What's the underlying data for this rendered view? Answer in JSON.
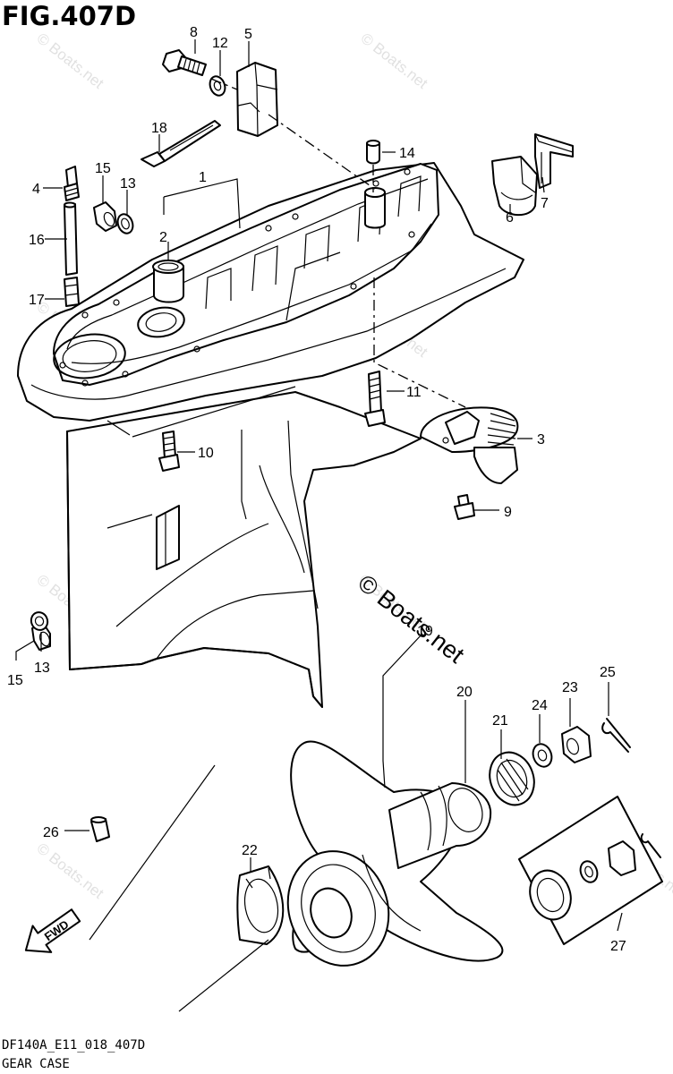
{
  "figure": {
    "title": "FIG.407D",
    "code": "DF140A_E11_018_407D",
    "caption": "GEAR CASE",
    "watermark_center": "© Boats.net",
    "watermark_tile": "© Boats.net"
  },
  "callouts": [
    {
      "id": "c8",
      "label": "8"
    },
    {
      "id": "c12",
      "label": "12"
    },
    {
      "id": "c5",
      "label": "5"
    },
    {
      "id": "c18",
      "label": "18"
    },
    {
      "id": "c14",
      "label": "14"
    },
    {
      "id": "c6",
      "label": "6"
    },
    {
      "id": "c7",
      "label": "7"
    },
    {
      "id": "c4",
      "label": "4"
    },
    {
      "id": "c15a",
      "label": "15"
    },
    {
      "id": "c13a",
      "label": "13"
    },
    {
      "id": "c1",
      "label": "1"
    },
    {
      "id": "c16",
      "label": "16"
    },
    {
      "id": "c2",
      "label": "2"
    },
    {
      "id": "c17",
      "label": "17"
    },
    {
      "id": "c11",
      "label": "11"
    },
    {
      "id": "c3",
      "label": "3"
    },
    {
      "id": "c10",
      "label": "10"
    },
    {
      "id": "c9",
      "label": "9"
    },
    {
      "id": "c15b",
      "label": "15"
    },
    {
      "id": "c13b",
      "label": "13"
    },
    {
      "id": "c19",
      "label": "19"
    },
    {
      "id": "c25",
      "label": "25"
    },
    {
      "id": "c20",
      "label": "20"
    },
    {
      "id": "c23",
      "label": "23"
    },
    {
      "id": "c24",
      "label": "24"
    },
    {
      "id": "c21",
      "label": "21"
    },
    {
      "id": "c26",
      "label": "26"
    },
    {
      "id": "c22",
      "label": "22"
    },
    {
      "id": "c27",
      "label": "27"
    }
  ],
  "fwd_arrow": {
    "label": "FWD"
  }
}
